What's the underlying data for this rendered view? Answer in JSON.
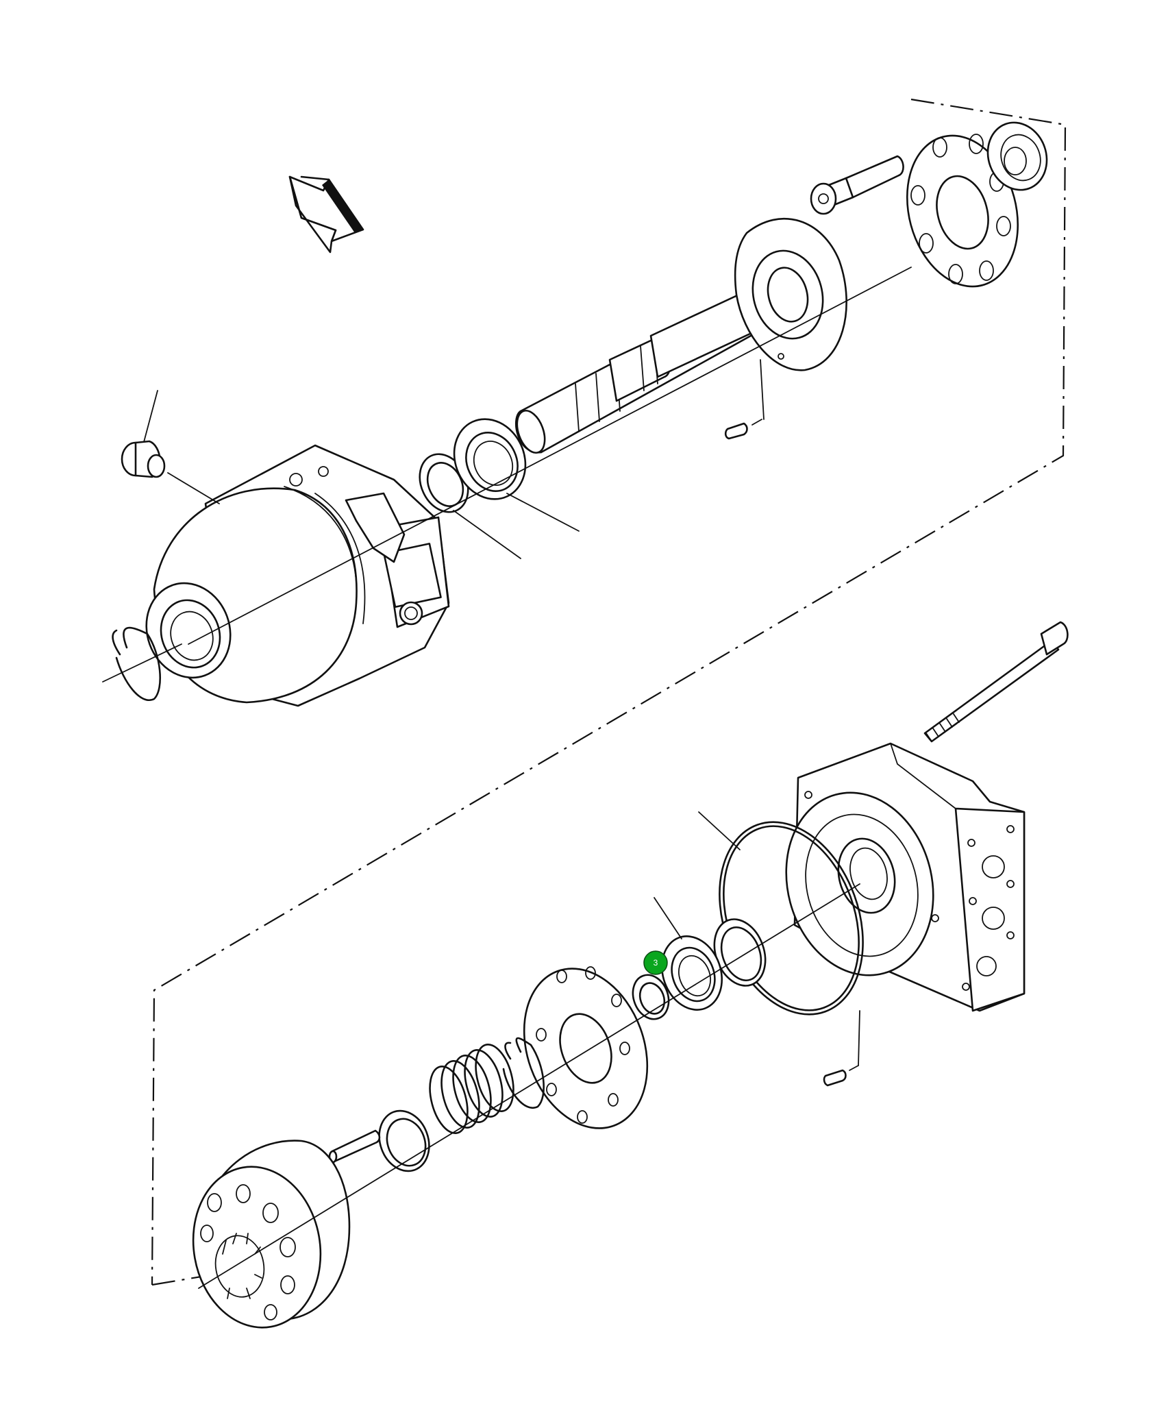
{
  "diagram": {
    "type": "exploded-parts-diagram",
    "hotspot_color": "#0aa61e",
    "callouts": [
      {
        "id": "3",
        "label": "3"
      }
    ]
  }
}
